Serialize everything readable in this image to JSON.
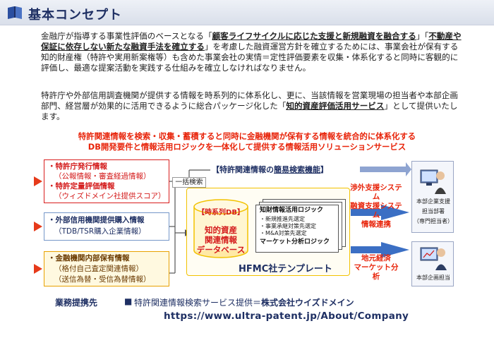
{
  "header": {
    "title": "基本コンセプト"
  },
  "intro": {
    "p1_a": "金融庁が指導する事業性評価のベースとなる「",
    "p1_b": "顧客ライフサイクルに応じた支援と新規融資を融合する",
    "p1_c": "」「",
    "p1_d": "不動産や保証に依存しない新たな融資手法を確立する",
    "p1_e": "」を考慮した融資運営方針を確立するためには、事業会社が保有する知的財産権（特許や実用新案権等）も含めた事業会社の実情＝定性評価要素を収集・体系化すると同時に客観的に評価し、最適な提案活動を実践する仕組みを確立しなければなりません。",
    "p2_a": "特許庁や外部信用調査機関が提供する情報を時系列的に体系化し、更に、当該情報を営業現場の担当者や本部企画部門、経営層が効果的に活用できるように総合パッケージ化した「",
    "p2_b": "知的資産評価活用サービス",
    "p2_c": "」として提供いたします。"
  },
  "headline": {
    "line1": "特許関連情報を検索・収集・蓄積すると同時に金融機関が保有する情報を統合的に体系化する",
    "line2": "DB開発要件と情報活用ロジックを一体化して提供する情報活用ソリューションサービス"
  },
  "sources": {
    "patent_office": {
      "title": "・特許庁発行情報",
      "sub": "（公報情報・審査経過情報）",
      "title2": "・特許定量評価情報",
      "sub2": "（ウィズドメイン社提供スコア）"
    },
    "credit": {
      "title": "・外部信用機関提供購入情報",
      "sub": "（TDB/TSR購入企業情報）"
    },
    "bank": {
      "title": "・金融機関内部保有情報",
      "sub": "（格付自己査定関連情報）",
      "sub2": "（送信為替・受信為替情報）"
    }
  },
  "center": {
    "ikkatsu": "一括検索",
    "simple_search_a": "【特許関連情報の",
    "simple_search_b": "簡易検索機能",
    "simple_search_c": "】",
    "db_timeseries": "【時系列DB】",
    "db_line1": "知的資産",
    "db_line2": "関連情報",
    "db_line3": "データベース",
    "hfmc": "HFMC社テンプレート",
    "logic_title": "知財情報活用ロジック",
    "logic_items": [
      "・新規推進先選定",
      "・事業承継対策先選定",
      "・M&A対策先選定"
    ],
    "market_logic": "マーケット分析ロジック"
  },
  "right": {
    "outside_sys": [
      "渉外支援システム",
      "融資支援システム",
      "情報連携"
    ],
    "regional": [
      "地元経済",
      "マーケット分析"
    ],
    "branch_label": [
      "本部企業支援",
      "担当部署",
      "（専門担当者）"
    ],
    "planning_label": "本部企画担当"
  },
  "footer": {
    "label": "業務提携先",
    "bullet": "■",
    "text_a": "特許関連情報検索サービス提供＝",
    "text_b": "株式会社ウイズドメイン",
    "url": "https://www.ultra-patent.jp/About/Company"
  },
  "colors": {
    "accent_red": "#e8240a",
    "navy": "#1e2f63",
    "db_yellow": "#f2c200"
  },
  "icons": [
    "book-icon",
    "database-icon",
    "person-at-computer-icon"
  ]
}
